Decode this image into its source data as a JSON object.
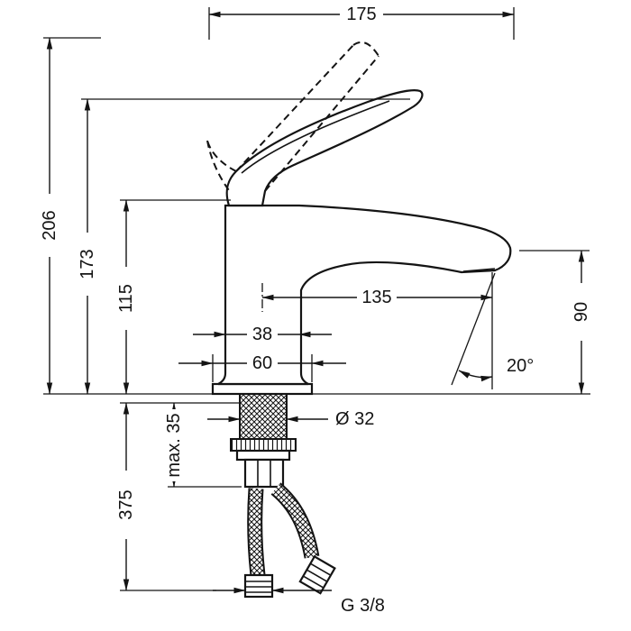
{
  "drawing": {
    "dimensions": {
      "d175": "175",
      "d206": "206",
      "d173": "173",
      "d115": "115",
      "d135": "135",
      "d90": "90",
      "d38": "38",
      "d60": "60",
      "dia32": "Ø 32",
      "angle20": "20°",
      "max35": "max. 35",
      "d375": "375",
      "g38": "G 3/8"
    }
  }
}
